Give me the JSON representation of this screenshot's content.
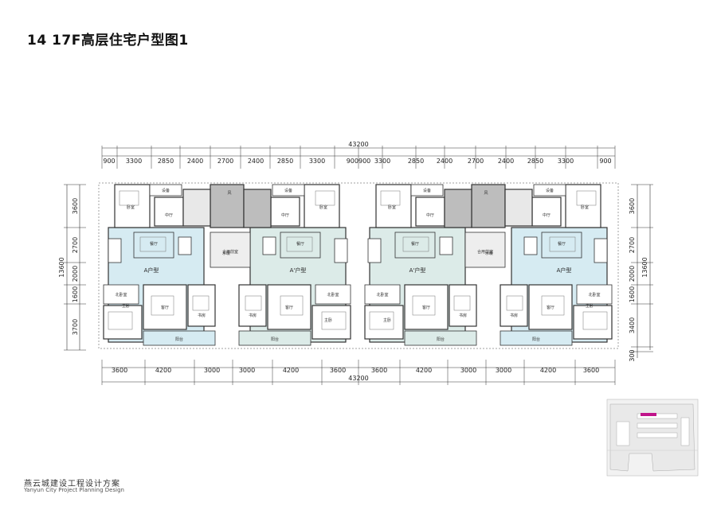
{
  "page": {
    "title": "14 17F高层住宅户型图1",
    "footer_cn": "燕云城建设工程设计方案",
    "footer_en": "Yanyun City Project Planning Design"
  },
  "dimensions": {
    "total": "43200",
    "top_row": [
      "900",
      "3300",
      "2850",
      "2400",
      "2700",
      "2400",
      "2850",
      "3300",
      "900900",
      "3300",
      "2850",
      "2400",
      "2700",
      "2400",
      "2850",
      "3300",
      "900"
    ],
    "bottom_row": [
      "3600",
      "4200",
      "3000",
      "3000",
      "4200",
      "3600",
      "3600",
      "4200",
      "3000",
      "3000",
      "4200",
      "3600"
    ],
    "left_col": [
      "3600",
      "2700",
      "2000",
      "1600",
      "3700"
    ],
    "left_total": "13600",
    "right_col": [
      "3600",
      "2700",
      "2000",
      "1600",
      "3400",
      "300"
    ],
    "right_total": "13600"
  },
  "units": {
    "labels": [
      "A户型",
      "A'户型",
      "A'户型",
      "A户型"
    ]
  },
  "rooms": {
    "bedroom": "卧室",
    "master_bedroom": "主卧",
    "living": "客厅",
    "dining": "餐厅",
    "kitchen": "厨房",
    "bath": "卫",
    "study": "书房",
    "balcony": "阳台",
    "north_bedroom": "北卧室",
    "corridor": "合用前室",
    "hall": "中厅",
    "wind": "风",
    "water": "水暖",
    "elec": "强电",
    "equip": "设备"
  },
  "colors": {
    "wall": "#333333",
    "room_fill": "#d6ebf2",
    "room_fill_alt": "#dcebe8",
    "core_fill": "#bdbdbd",
    "keymap_accent": "#c0148a"
  }
}
